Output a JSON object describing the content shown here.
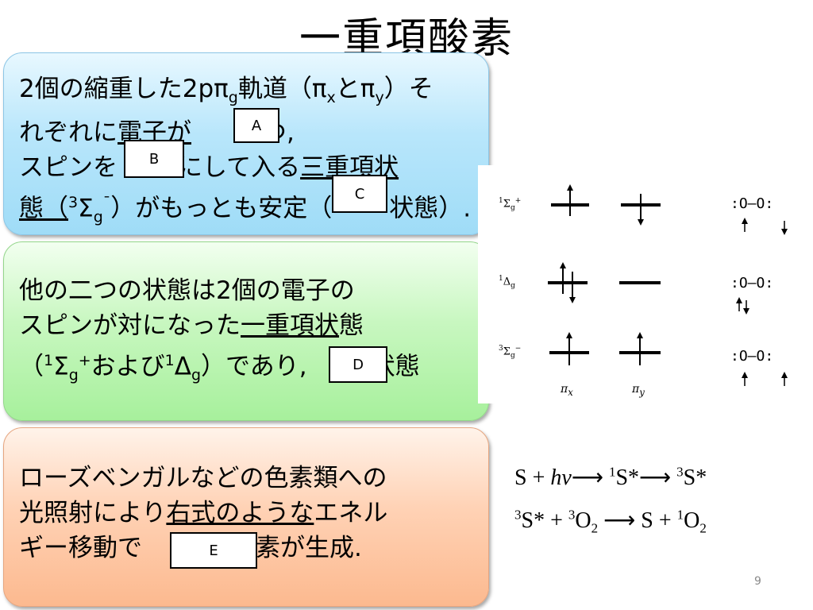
{
  "slide": {
    "title": "一重項酸素",
    "page_number": "9"
  },
  "box1": {
    "l1a": "2個の縮重した2pπ",
    "l1b": "g",
    "l1c": "軌道（π",
    "l1d": "x",
    "l1e": "とπ",
    "l1f": "y",
    "l1g": "）そ",
    "l2a": "れぞれに",
    "l2b": "電子が",
    "l2c": "ずつ,",
    "l3a": "スピンを",
    "l3b": "にして入る",
    "l3c": "三重項状",
    "l4a": "態（",
    "l4b": "3",
    "l4c": "Σ",
    "l4d": "g",
    "l4e": "¯",
    "l4f": "）がもっとも安定（",
    "l4g": "状態）."
  },
  "box2": {
    "l1": "他の二つの状態は2個の電子の",
    "l2a": "スピンが対になった",
    "l2b": "一重項状",
    "l2c": "態",
    "l3a": "（",
    "l3b": "1",
    "l3c": "Σ",
    "l3d": "g",
    "l3e": "+",
    "l3f": "および",
    "l3g": "1",
    "l3h": "Δ",
    "l3i": "g",
    "l3j": "）であり,",
    "l3k": "状態"
  },
  "box3": {
    "l1": "ローズベンガルなどの色素類への",
    "l2a": "光照射により",
    "l2b": "右式のような",
    "l2c": "エネル",
    "l3a": "ギー移動で",
    "l3b": "酸素が生成."
  },
  "blanks": {
    "a": "A",
    "b": "B",
    "c": "C",
    "d": "D",
    "e": "E"
  },
  "diagram": {
    "row1": {
      "mult": "1",
      "sym": "Σ",
      "sub": "g",
      "sup": "+"
    },
    "row2": {
      "mult": "1",
      "sym": "Δ",
      "sub": "g"
    },
    "row3": {
      "mult": "3",
      "sym": "Σ",
      "sub": "g",
      "sup": "−"
    },
    "pi_x": "π",
    "pi_x_sub": "x",
    "pi_y": "π",
    "pi_y_sub": "y",
    "molecule": ":O—O:"
  },
  "equations": {
    "eq1a": "S + ",
    "eq1b": "hν",
    "eq1c": "⟶ ",
    "eq1d": "1",
    "eq1e": "S*⟶ ",
    "eq1f": "3",
    "eq1g": "S*",
    "eq2a": "3",
    "eq2b": "S* + ",
    "eq2c": "3",
    "eq2d": "O",
    "eq2e": "2",
    "eq2f": " ⟶ S + ",
    "eq2g": "1",
    "eq2h": "O",
    "eq2i": "2"
  }
}
